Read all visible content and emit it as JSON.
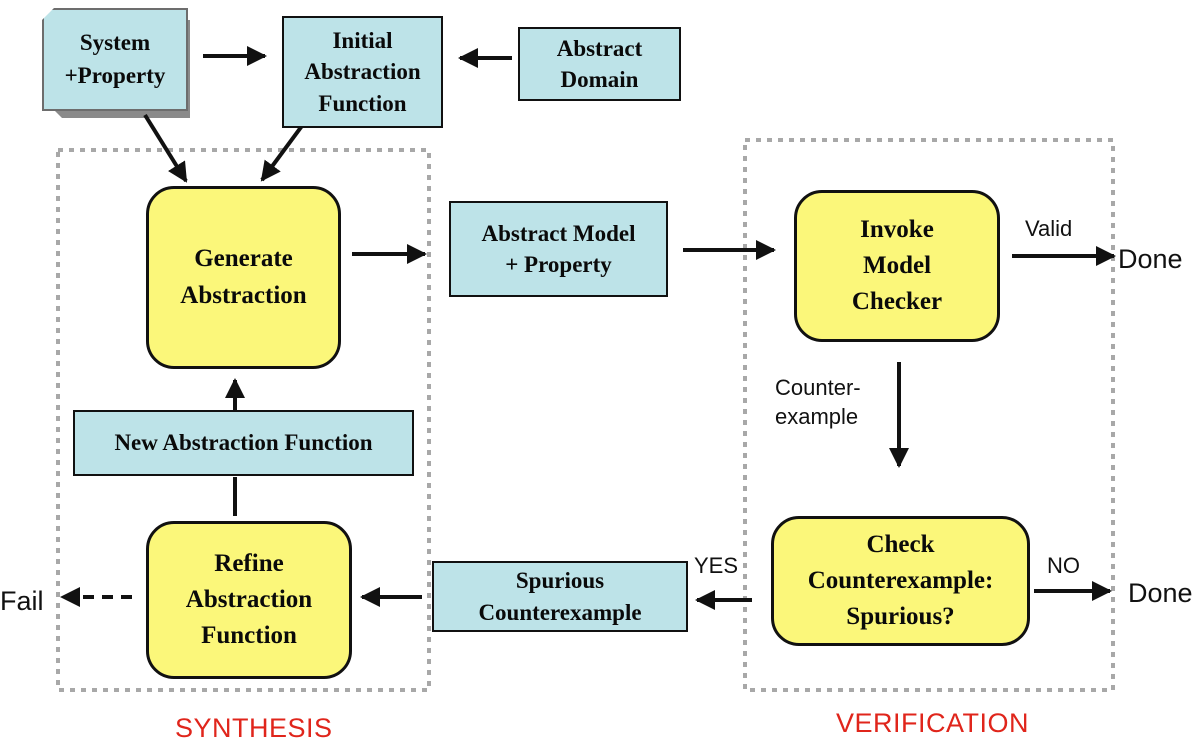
{
  "colors": {
    "box_fill": "#bde3e8",
    "process_fill": "#fbf77a",
    "region_label": "#e0251b",
    "region_border": "#a8a8a8",
    "document_border": "#6d6d6d"
  },
  "regions": {
    "synthesis": "SYNTHESIS",
    "verification": "VERIFICATION"
  },
  "nodes": {
    "system_property": "System\n+Property",
    "initial_abstraction_function": "Initial\nAbstraction\nFunction",
    "abstract_domain": "Abstract\nDomain",
    "generate_abstraction": "Generate\nAbstraction",
    "abstract_model_property": "Abstract Model\n+ Property",
    "invoke_model_checker": "Invoke\nModel\nChecker",
    "new_abstraction_function": "New Abstraction Function",
    "refine_abstraction_function": "Refine\nAbstraction\nFunction",
    "spurious_counterexample": "Spurious\nCounterexample",
    "check_counterexample": "Check\nCounterexample:\nSpurious?"
  },
  "terminals": {
    "done_valid": "Done",
    "done_no": "Done",
    "fail": "Fail"
  },
  "edge_labels": {
    "valid": "Valid",
    "counterexample": "Counter-\nexample",
    "yes": "YES",
    "no": "NO"
  }
}
